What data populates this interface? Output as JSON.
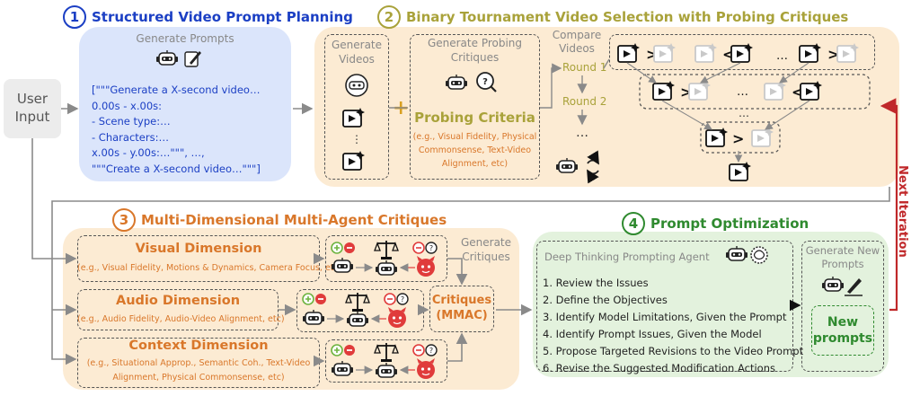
{
  "user_input": "User\nInput",
  "step1": {
    "number": "1",
    "title": "Structured Video Prompt Planning",
    "subtitle": "Generate Prompts",
    "prompt_lines": [
      "[\"\"\"Generate a X-second video…",
      "0.00s - x.00s:",
      "- Scene type:…",
      "- Characters:…",
      "x.00s - y.00s:…\"\"\", …,",
      "\"\"\"Create a X-second video…\"\"\"]"
    ]
  },
  "step2": {
    "number": "2",
    "title": "Binary Tournament Video Selection with Probing Critiques",
    "generate_videos": "Generate\nVideos",
    "plus": "+",
    "probing_title": "Generate Probing\nCritiques",
    "probing_criteria": "Probing Criteria",
    "probing_examples": "(e.g., Visual Fidelity, Physical\nCommonsense, Text-Video\nAlignment, etc)",
    "compare_videos": "Compare\nVideos",
    "round1": "Round 1",
    "round2": "Round 2",
    "ellipsis": "…"
  },
  "step3": {
    "number": "3",
    "title": "Multi-Dimensional Multi-Agent Critiques",
    "generate_critiques": "Generate\nCritiques",
    "visual_title": "Visual Dimension",
    "visual_examples": "(e.g., Visual Fidelity, Motions & Dynamics, Camera Focus, etc)",
    "audio_title": "Audio Dimension",
    "audio_examples": "(e.g., Audio Fidelity, Audio-Video Alignment, etc)",
    "context_title": "Context Dimension",
    "context_examples": "(e.g., Situational Approp., Semantic Coh., Text-Video\nAlignment, Physical Commonsense, etc)",
    "critiques_label": "Critiques\n(MMAC)"
  },
  "step4": {
    "number": "4",
    "title": "Prompt Optimization",
    "agent_title": "Deep Thinking Prompting Agent",
    "steps": [
      "1. Review the Issues",
      "2. Define the Objectives",
      "3. Identify Model Limitations, Given the Prompt",
      "4. Identify Prompt Issues, Given the Model",
      "5. Propose Targeted Revisions to the Video Prompt",
      "6. Revise the Suggested Modification Actions"
    ],
    "generate_new": "Generate New\nPrompts",
    "new_prompts": "New\nprompts"
  },
  "next_iteration": "Next Iteration",
  "colors": {
    "blue_panel": "#dbe5fb",
    "orange_panel": "#fcebd3",
    "green_panel": "#e3f2dd",
    "blue_text": "#1b3fc4",
    "olive_text": "#a9a23a",
    "orange_text": "#d9772a",
    "green_text": "#2f8a2f",
    "red_arrow": "#c0282a"
  },
  "icons": [
    "robot-icon",
    "pencil-icon",
    "video-sparkle-icon",
    "magnifier-icon",
    "balance-scale-icon",
    "devil-robot-icon",
    "plus-icon",
    "minus-icon",
    "brain-icon",
    "cycle-icon"
  ]
}
